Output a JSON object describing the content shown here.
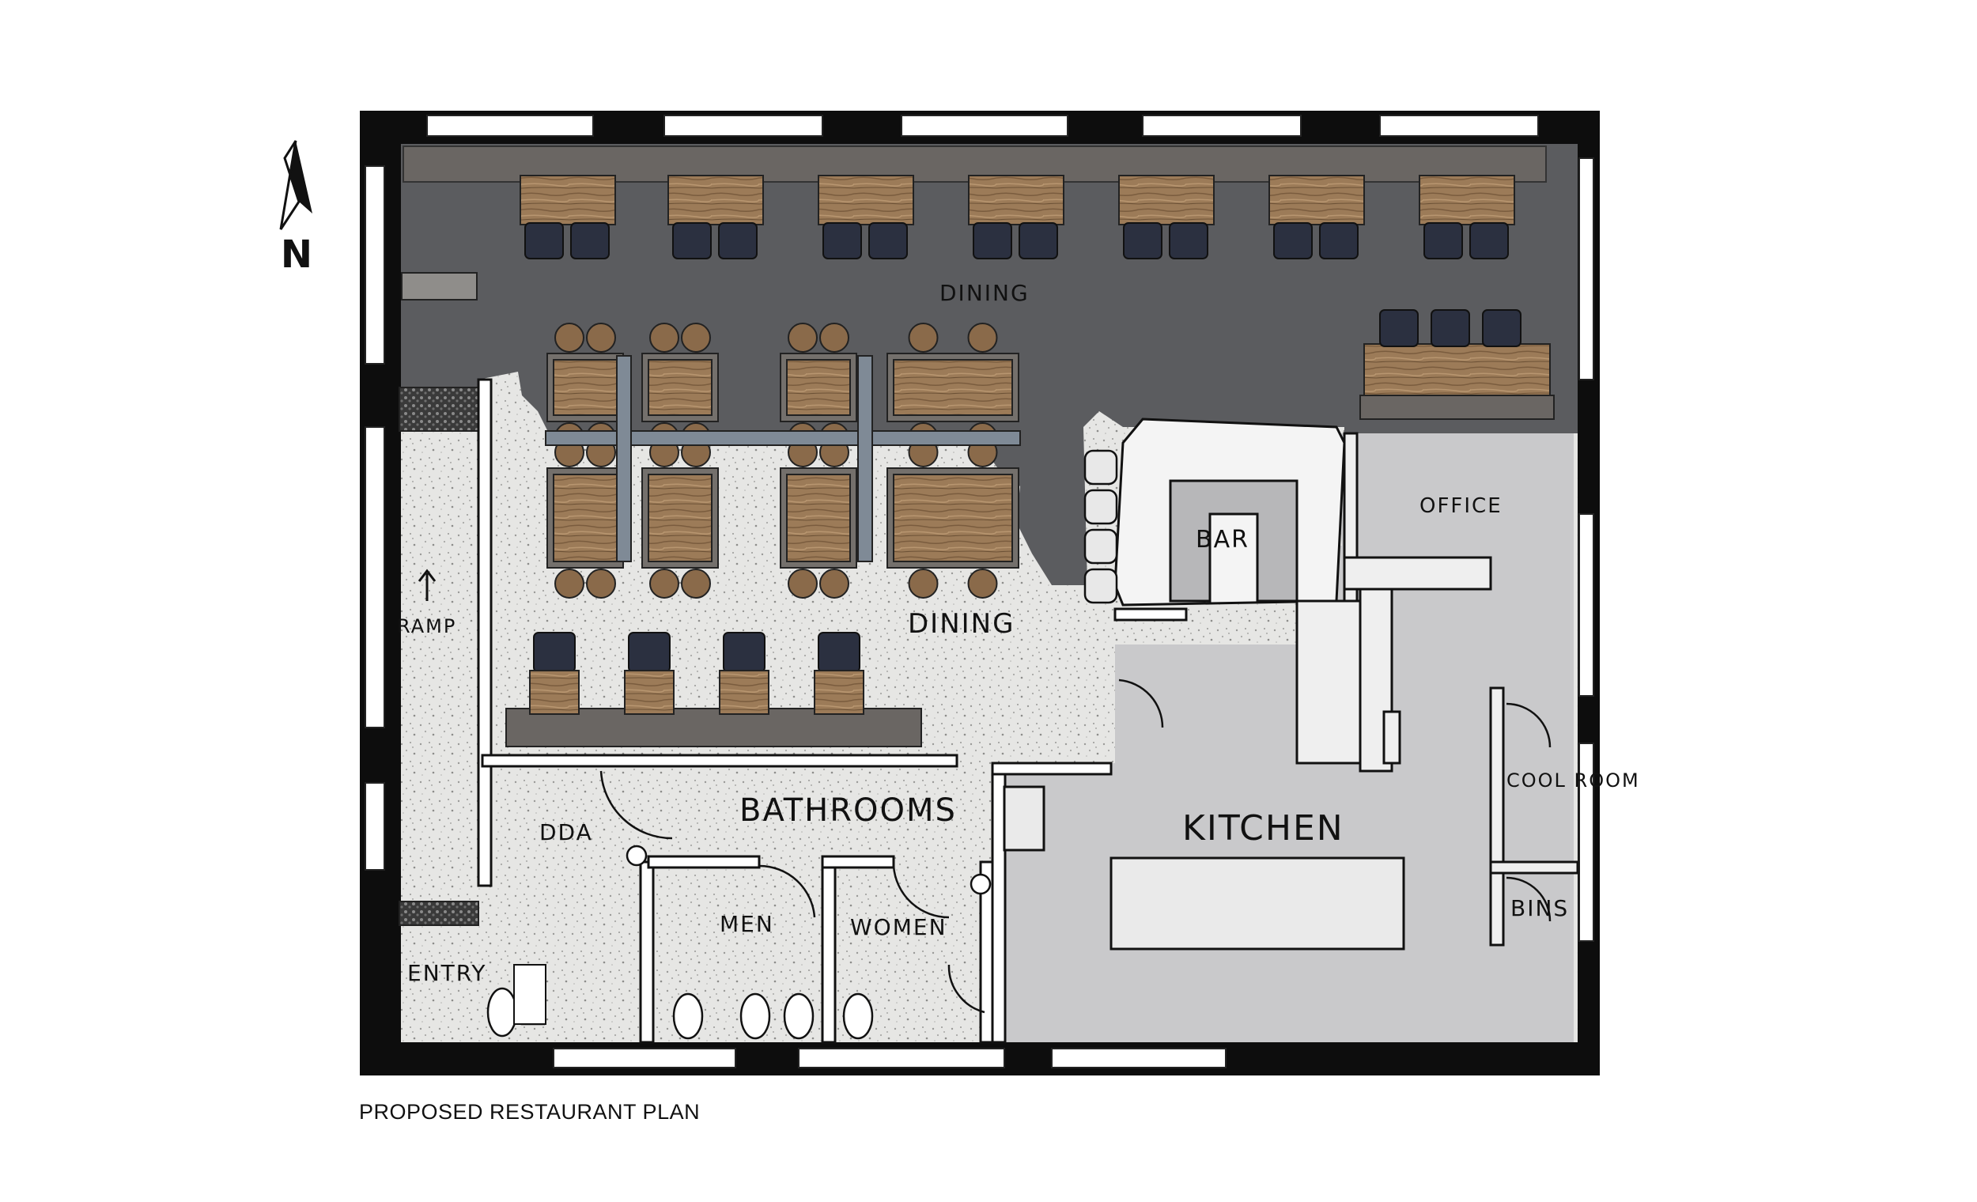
{
  "caption": "PROPOSED RESTAURANT PLAN",
  "north_marker": "N",
  "rooms": {
    "dining_north": "DINING",
    "dining_main": "DINING",
    "bar": "BAR",
    "office": "OFFICE",
    "ramp": "RAMP",
    "bathrooms": "BATHROOMS",
    "dda": "DDA",
    "men": "MEN",
    "women": "WOMEN",
    "entry": "ENTRY",
    "kitchen": "KITCHEN",
    "cool_room": "COOL ROOM",
    "bins": "BINS"
  },
  "colors": {
    "wall": "#0d0d0d",
    "dining_floor": "#5b5c5f",
    "terrazzo": "#e6e6e4",
    "kitchen_floor": "#c9c9cb",
    "timber": "#9a7a58",
    "chair": "#2b3040",
    "bench": "#6a6663"
  }
}
